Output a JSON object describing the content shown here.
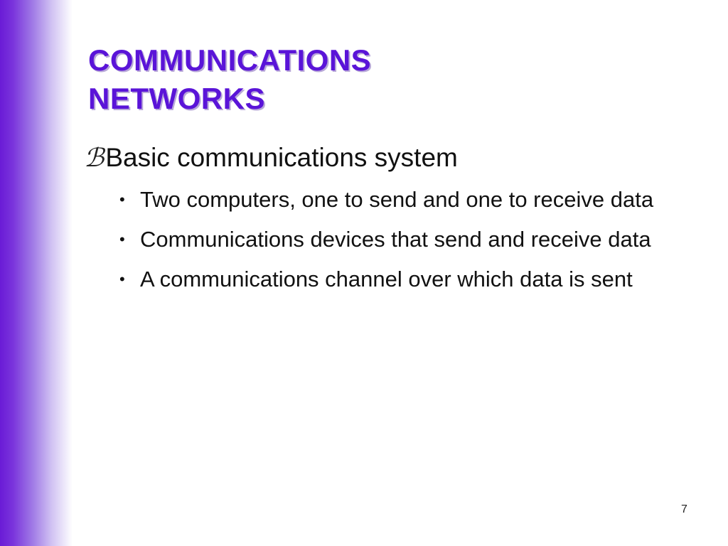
{
  "slide": {
    "title_lines": [
      "COMMUNICATIONS",
      "NETWORKS"
    ],
    "level1": {
      "marker": "ℬ",
      "text": "Basic communications system"
    },
    "bullets": [
      {
        "symbol": "•",
        "text": "Two computers, one to send and one to receive data"
      },
      {
        "symbol": "•",
        "text": "Communications devices that send and receive data"
      },
      {
        "symbol": "•",
        "text": "A communications channel over which data is sent"
      }
    ],
    "page_number": "7"
  },
  "colors": {
    "title": "#5a14d8",
    "gradient_start": "#6a1bd6",
    "text": "#111111"
  },
  "icons": {
    "level1_marker": "script-b-bullet-icon"
  }
}
